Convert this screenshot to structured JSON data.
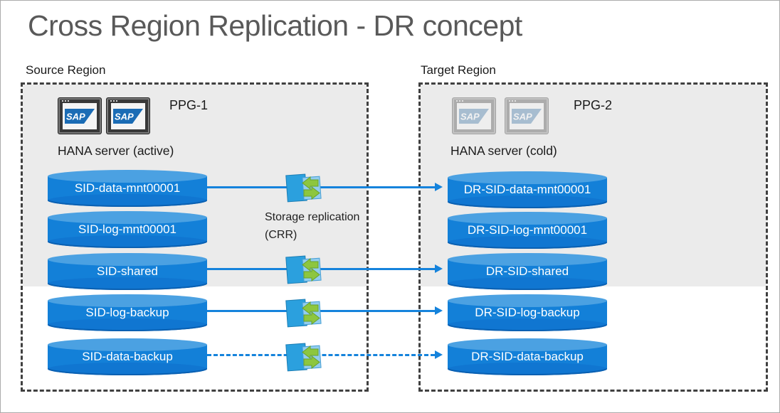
{
  "title": "Cross Region Replication - DR concept",
  "source_region": {
    "label": "Source Region",
    "ppg_label": "PPG-1",
    "server_label": "HANA server (active)",
    "volumes": [
      "SID-data-mnt00001",
      "SID-log-mnt00001",
      "SID-shared",
      "SID-log-backup",
      "SID-data-backup"
    ]
  },
  "target_region": {
    "label": "Target Region",
    "ppg_label": "PPG-2",
    "server_label": "HANA server (cold)",
    "volumes": [
      "DR-SID-data-mnt00001",
      "DR-SID-log-mnt00001",
      "DR-SID-shared",
      "DR-SID-log-backup",
      "DR-SID-data-backup"
    ]
  },
  "replication": {
    "caption_line1": "Storage replication",
    "caption_line2": "(CRR)",
    "sap_logo_text": "SAP"
  },
  "colors": {
    "volume_blue": "#1380d8",
    "volume_top_blue": "#4ba1e2",
    "arrow_blue": "#1583dc",
    "region_fill_gray": "#ebebeb",
    "dashed_border_gray": "#404040",
    "title_gray": "#595959",
    "sap_logo_blue": "#1b6cb5",
    "icon_arrow_green": "#8dc63f"
  }
}
